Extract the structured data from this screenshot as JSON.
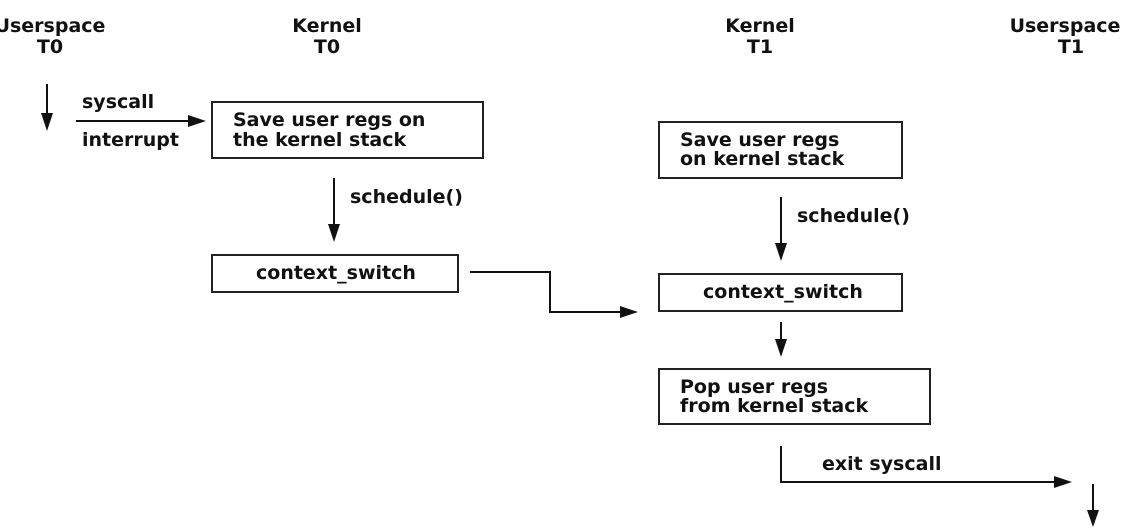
{
  "columns": {
    "userspace_t0": [
      "Userspace",
      "T0"
    ],
    "kernel_t0": [
      "Kernel",
      "T0"
    ],
    "kernel_t1": [
      "Kernel",
      "T1"
    ],
    "userspace_t1": [
      "Userspace",
      "T1"
    ]
  },
  "edges": {
    "syscall": "syscall",
    "interrupt": "interrupt",
    "schedule_t0": "schedule()",
    "schedule_t1": "schedule()",
    "exit_syscall": "exit syscall"
  },
  "boxes": {
    "save_regs_t0": [
      "Save user regs on",
      "the kernel stack"
    ],
    "context_switch_t0": [
      "context_switch"
    ],
    "save_regs_t1": [
      "Save user regs",
      "on kernel stack"
    ],
    "context_switch_t1": [
      "context_switch"
    ],
    "pop_regs_t1": [
      "Pop user regs",
      "from kernel stack"
    ]
  },
  "colors": {
    "stroke": "#111111",
    "background": "#ffffff"
  }
}
